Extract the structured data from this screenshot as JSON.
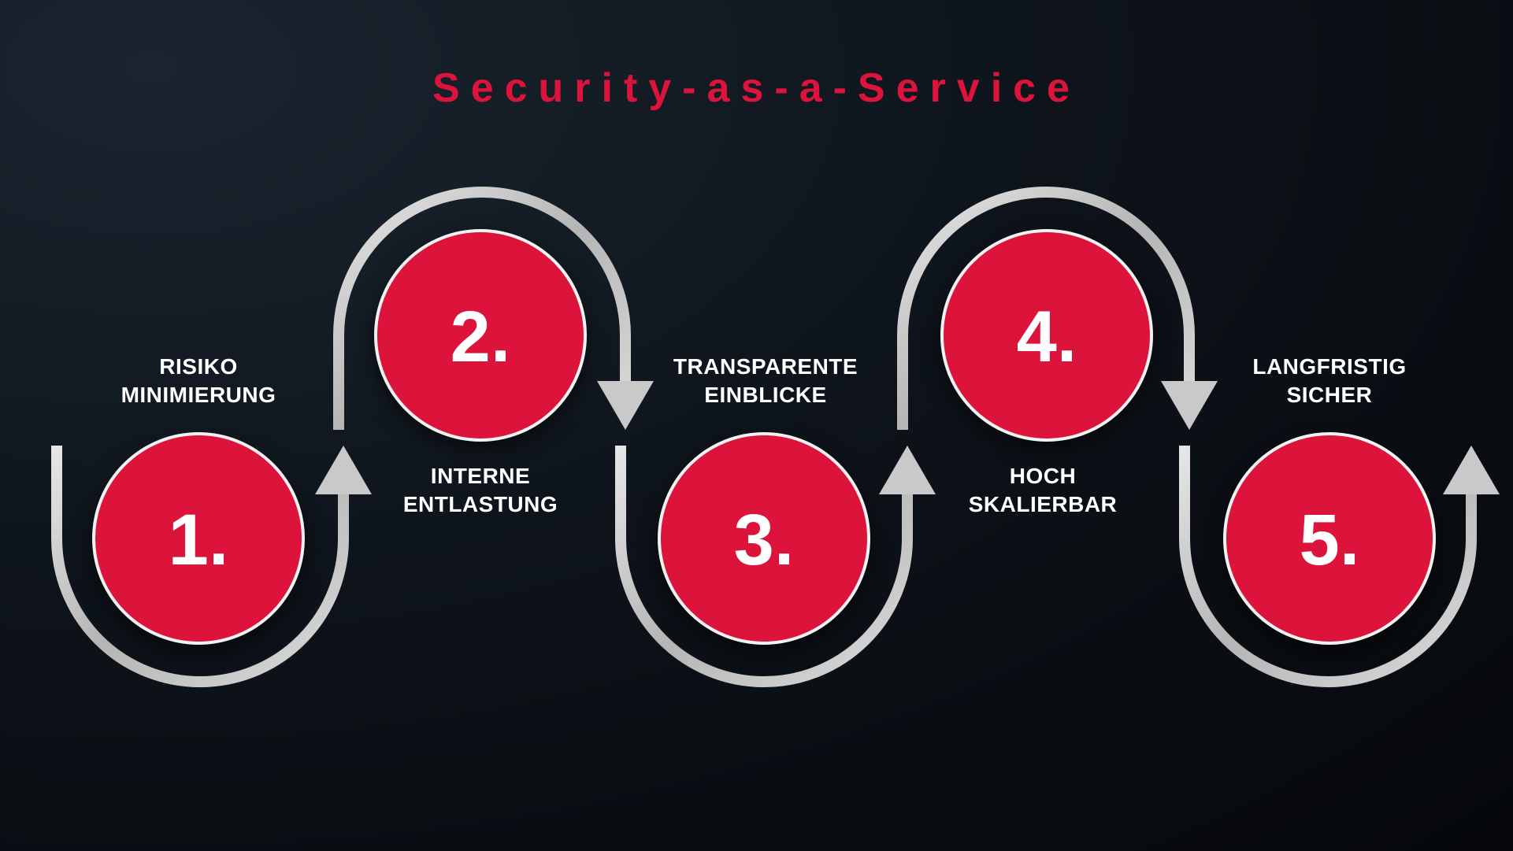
{
  "title": "Security-as-a-Service",
  "colors": {
    "accent": "#dc143c",
    "arrow": "#c9c9c9",
    "text": "#ffffff",
    "background": "#0b1016"
  },
  "steps": [
    {
      "number": "1.",
      "label_line1": "RISIKO",
      "label_line2": "MINIMIERUNG",
      "arrow_icon": "arrow-up-icon"
    },
    {
      "number": "2.",
      "label_line1": "INTERNE",
      "label_line2": "ENTLASTUNG",
      "arrow_icon": "arrow-down-icon"
    },
    {
      "number": "3.",
      "label_line1": "TRANSPARENTE",
      "label_line2": "EINBLICKE",
      "arrow_icon": "arrow-up-icon"
    },
    {
      "number": "4.",
      "label_line1": "HOCH",
      "label_line2": "SKALIERBAR",
      "arrow_icon": "arrow-down-icon"
    },
    {
      "number": "5.",
      "label_line1": "LANGFRISTIG",
      "label_line2": "SICHER",
      "arrow_icon": "arrow-up-icon"
    }
  ]
}
